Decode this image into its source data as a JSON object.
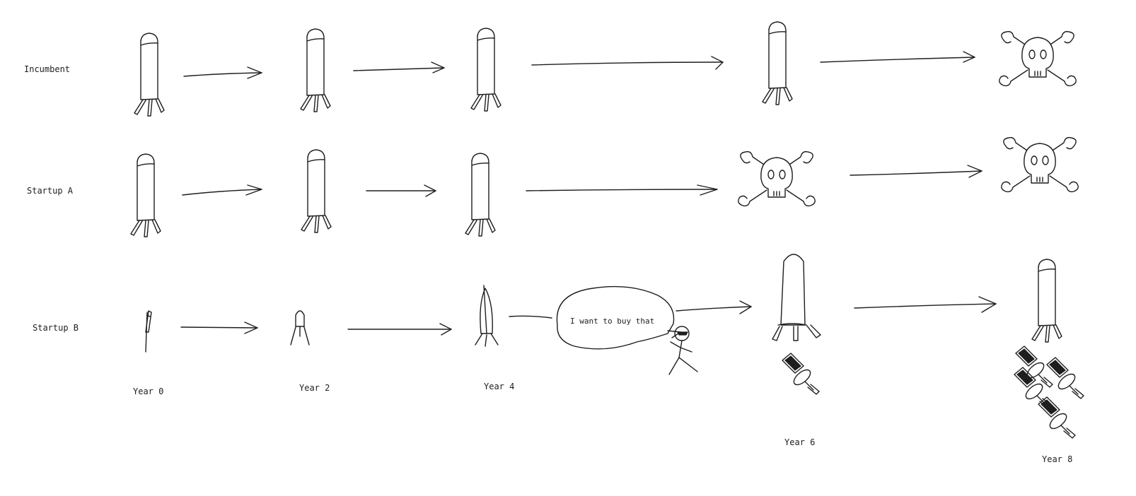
{
  "rows": [
    {
      "label": "Incumbent"
    },
    {
      "label": "Startup A"
    },
    {
      "label": "Startup B"
    }
  ],
  "years": [
    "Year 0",
    "Year 2",
    "Year 4",
    "Year 6",
    "Year 8"
  ],
  "speech_bubble": "I want to buy that",
  "icons": [
    "rocket-icon",
    "skull-and-crossbones-icon",
    "satellite-icon",
    "stick-figure-icon",
    "arrow-icon"
  ]
}
